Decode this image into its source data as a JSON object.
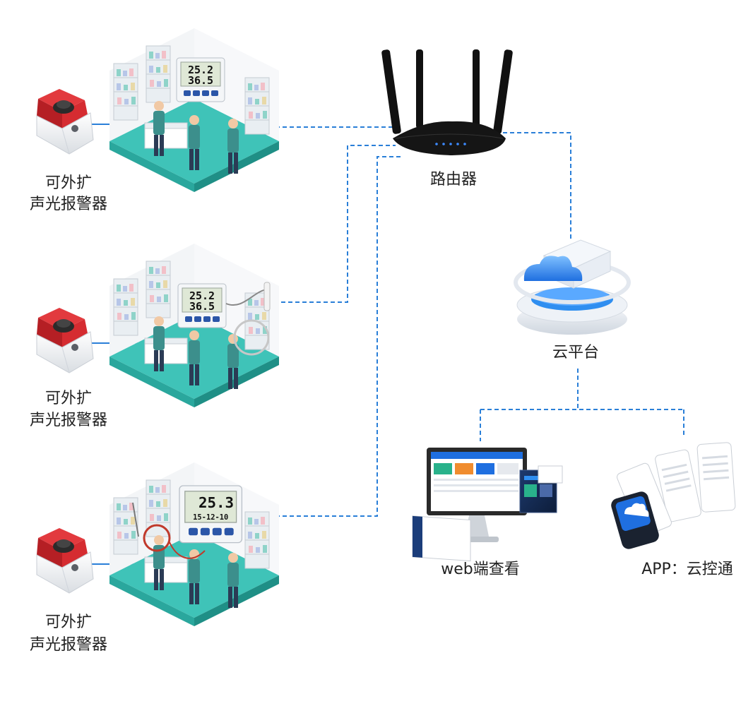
{
  "labels": {
    "alarm": [
      "可外扩",
      "声光报警器"
    ],
    "router": "路由器",
    "cloud": "云平台",
    "web": "web端查看",
    "app": "APP：云控通"
  },
  "sensors": [
    {
      "line1": "25.2",
      "line2": "36.5"
    },
    {
      "line1": "25.2",
      "line2": "36.5"
    },
    {
      "line1": "25.3",
      "line2": "15-12-10"
    }
  ],
  "colors": {
    "link": "#2a7fd8",
    "alarm_red": "#c8262b",
    "floor": "#3fc3b8",
    "cloud_blue": "#2f8ef0"
  }
}
